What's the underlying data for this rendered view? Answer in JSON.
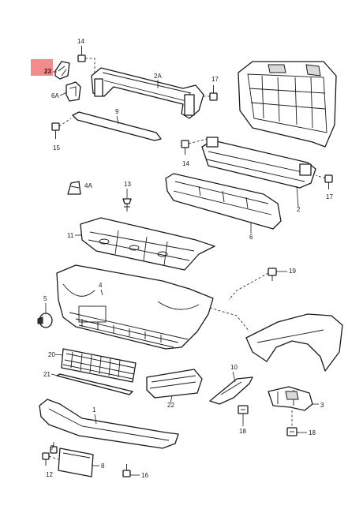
{
  "callouts": {
    "c23": "23",
    "c14a": "14",
    "c6a": "6A",
    "c2a": "2A",
    "c17a": "17",
    "c9": "9",
    "c15": "15",
    "c14b": "14",
    "c4a": "4A",
    "c13": "13",
    "c17b": "17",
    "c2": "2",
    "c11": "11",
    "c6": "6",
    "c19": "19",
    "c4": "4",
    "c5": "5",
    "c20": "20",
    "c21": "21",
    "c22": "22",
    "c10": "10",
    "c3": "3",
    "c1": "1",
    "c18a": "18",
    "c18b": "18",
    "c8": "8",
    "c12": "12",
    "c7": "7",
    "c16": "16"
  },
  "colors": {
    "highlight": "#f28b8b",
    "line": "#1a1a1a"
  }
}
